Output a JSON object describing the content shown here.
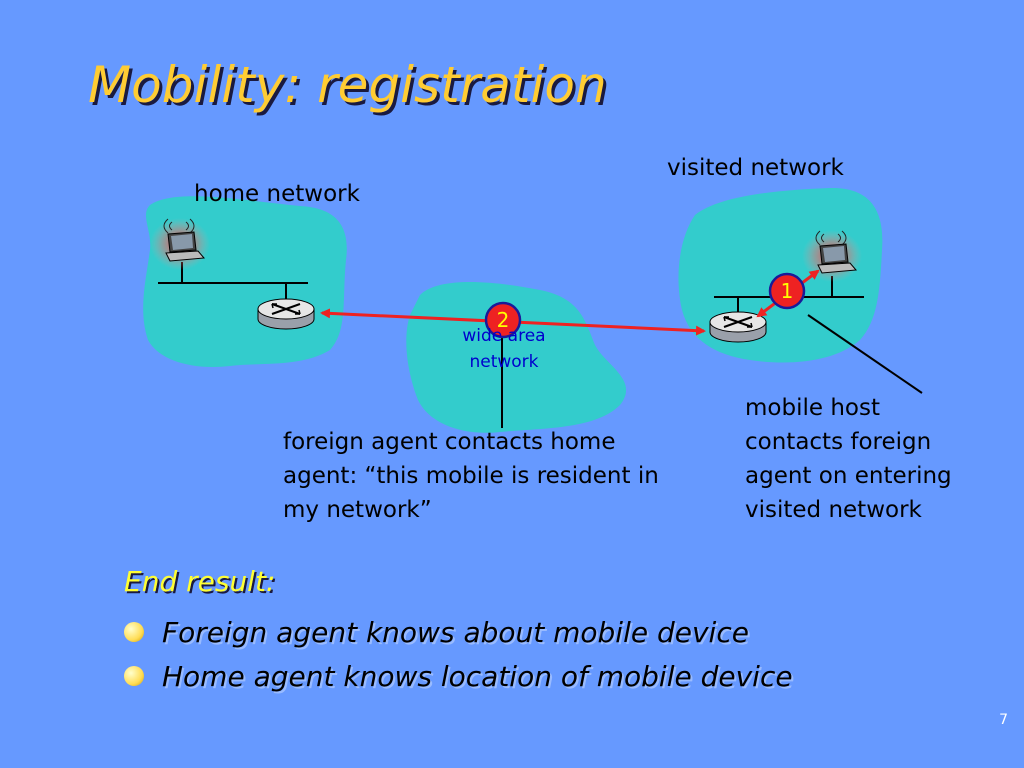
{
  "slide": {
    "title": "Mobility: registration",
    "page_number": "7"
  },
  "diagram": {
    "home_network_label": "home network",
    "visited_network_label": "visited network",
    "wan_label_line1": "wide area",
    "wan_label_line2": "network",
    "step1": "1",
    "step2": "2",
    "annotation_foreign_agent": [
      "foreign agent contacts home",
      "agent: “this mobile is resident in",
      "my network”"
    ],
    "annotation_mobile_host": [
      "mobile host",
      "contacts foreign",
      "agent on entering",
      "visited network"
    ]
  },
  "colors": {
    "background": "#6699ff",
    "cloud": "#33cccc",
    "title": "#ffcc33",
    "arrow": "#ee2222",
    "badge": "#ee2222",
    "wan_text": "#0000cc"
  },
  "summary": {
    "heading": "End result:",
    "bullets": [
      "Foreign agent knows about mobile device",
      "Home agent knows location of mobile device"
    ]
  }
}
